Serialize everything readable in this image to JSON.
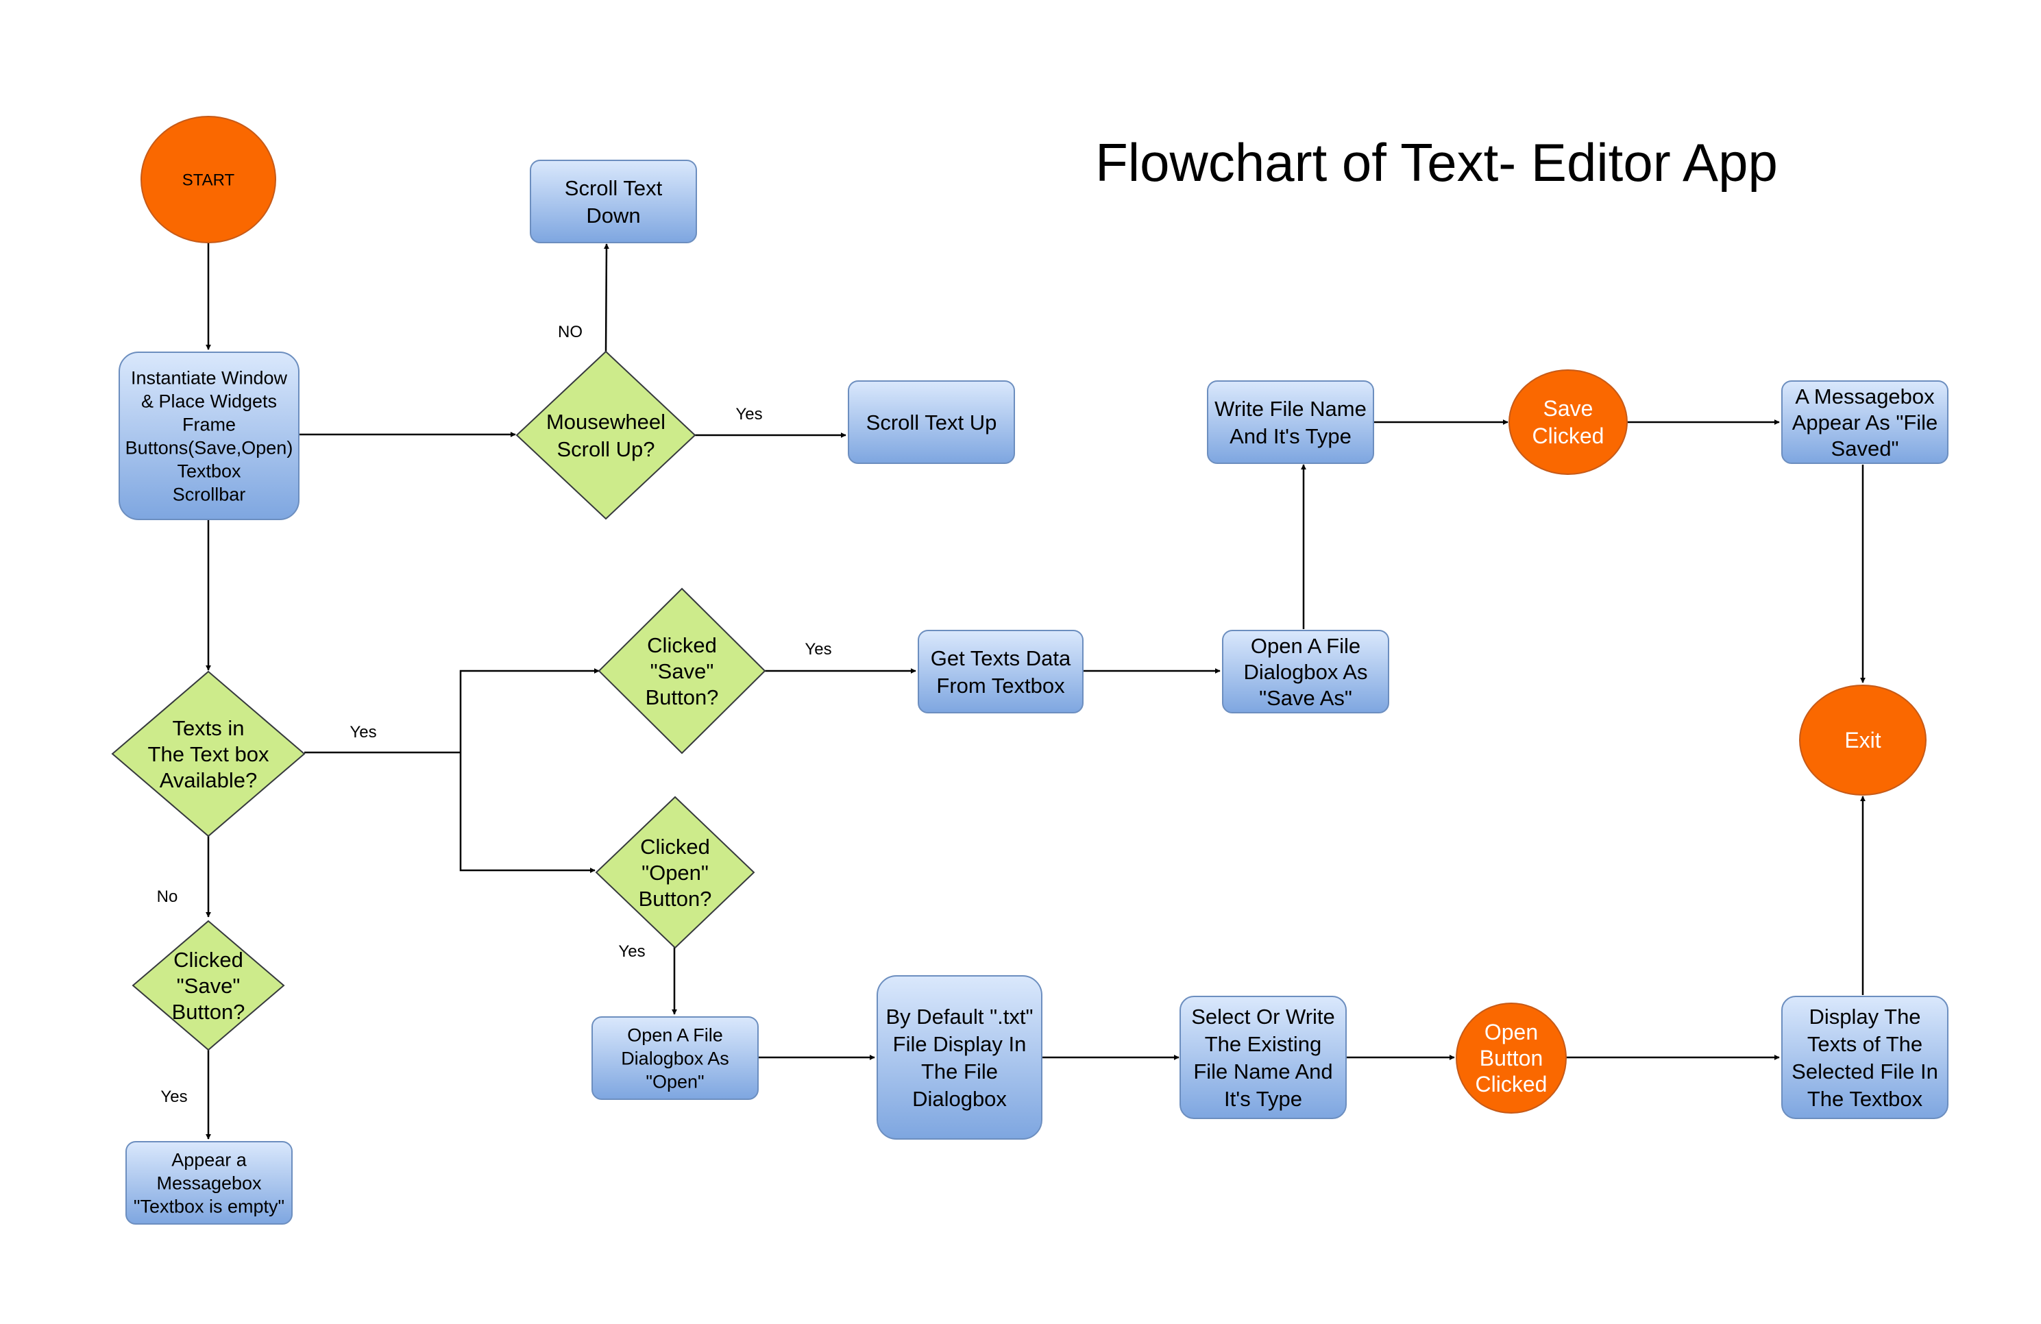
{
  "title": "Flowchart of Text- Editor App",
  "colors": {
    "terminal": "#fa6800",
    "terminal_stroke": "#c65a18",
    "process_top": "#dae8fc",
    "process_bottom": "#7ea6e0",
    "process_stroke": "#6c8ebf",
    "decision": "#cdeb8b",
    "decision_stroke": "#36393d",
    "edge": "#000000"
  },
  "nodes": {
    "start": {
      "kind": "terminal",
      "lines": [
        "START"
      ]
    },
    "instantiate": {
      "kind": "process",
      "lines": [
        "Instantiate Window",
        "& Place Widgets",
        "Frame",
        "Buttons(Save,Open)",
        "Textbox",
        "Scrollbar"
      ]
    },
    "mousewheel": {
      "kind": "decision",
      "lines": [
        "Mousewheel",
        "Scroll Up?"
      ]
    },
    "scroll_down": {
      "kind": "process",
      "lines": [
        "Scroll Text",
        "Down"
      ]
    },
    "scroll_up": {
      "kind": "process",
      "lines": [
        "Scroll Text Up"
      ]
    },
    "texts_available": {
      "kind": "decision",
      "lines": [
        "Texts in",
        "The Text box",
        "Available?"
      ]
    },
    "clicked_save_top": {
      "kind": "decision",
      "lines": [
        "Clicked",
        "\"Save\"",
        "Button?"
      ]
    },
    "clicked_open": {
      "kind": "decision",
      "lines": [
        "Clicked",
        "\"Open\"",
        "Button?"
      ]
    },
    "clicked_save_left": {
      "kind": "decision",
      "lines": [
        "Clicked",
        "\"Save\"",
        "Button?"
      ]
    },
    "appear_empty": {
      "kind": "process",
      "lines": [
        "Appear a",
        "Messagebox",
        "\"Textbox is empty\""
      ]
    },
    "get_texts": {
      "kind": "process",
      "lines": [
        "Get Texts Data",
        "From Textbox"
      ]
    },
    "open_save_as": {
      "kind": "process",
      "lines": [
        "Open A File",
        "Dialogbox As",
        "\"Save As\""
      ]
    },
    "write_file_name": {
      "kind": "process",
      "lines": [
        "Write File Name",
        "And It's Type"
      ]
    },
    "save_clicked": {
      "kind": "terminal",
      "lines": [
        "Save",
        "Clicked"
      ]
    },
    "messagebox_saved": {
      "kind": "process",
      "lines": [
        "A Messagebox",
        "Appear As \"File",
        "Saved\""
      ]
    },
    "exit": {
      "kind": "terminal",
      "lines": [
        "Exit"
      ]
    },
    "open_dialog_open": {
      "kind": "process",
      "lines": [
        "Open A File",
        "Dialogbox As",
        "\"Open\""
      ]
    },
    "default_txt": {
      "kind": "process",
      "lines": [
        "By Default \".txt\"",
        "File Display In",
        "The File",
        "Dialogbox"
      ]
    },
    "select_existing": {
      "kind": "process",
      "lines": [
        "Select Or Write",
        "The Existing",
        "File Name And",
        "It's Type"
      ]
    },
    "open_button_clicked": {
      "kind": "terminal",
      "lines": [
        "Open",
        "Button",
        "Clicked"
      ]
    },
    "display_texts": {
      "kind": "process",
      "lines": [
        "Display The",
        "Texts of The",
        "Selected File In",
        "The Textbox"
      ]
    }
  },
  "edge_labels": {
    "no_scroll": "NO",
    "yes_scroll": "Yes",
    "yes_texts": "Yes",
    "yes_save_top": "Yes",
    "yes_open": "Yes",
    "no_texts": "No",
    "yes_save_left": "Yes"
  }
}
